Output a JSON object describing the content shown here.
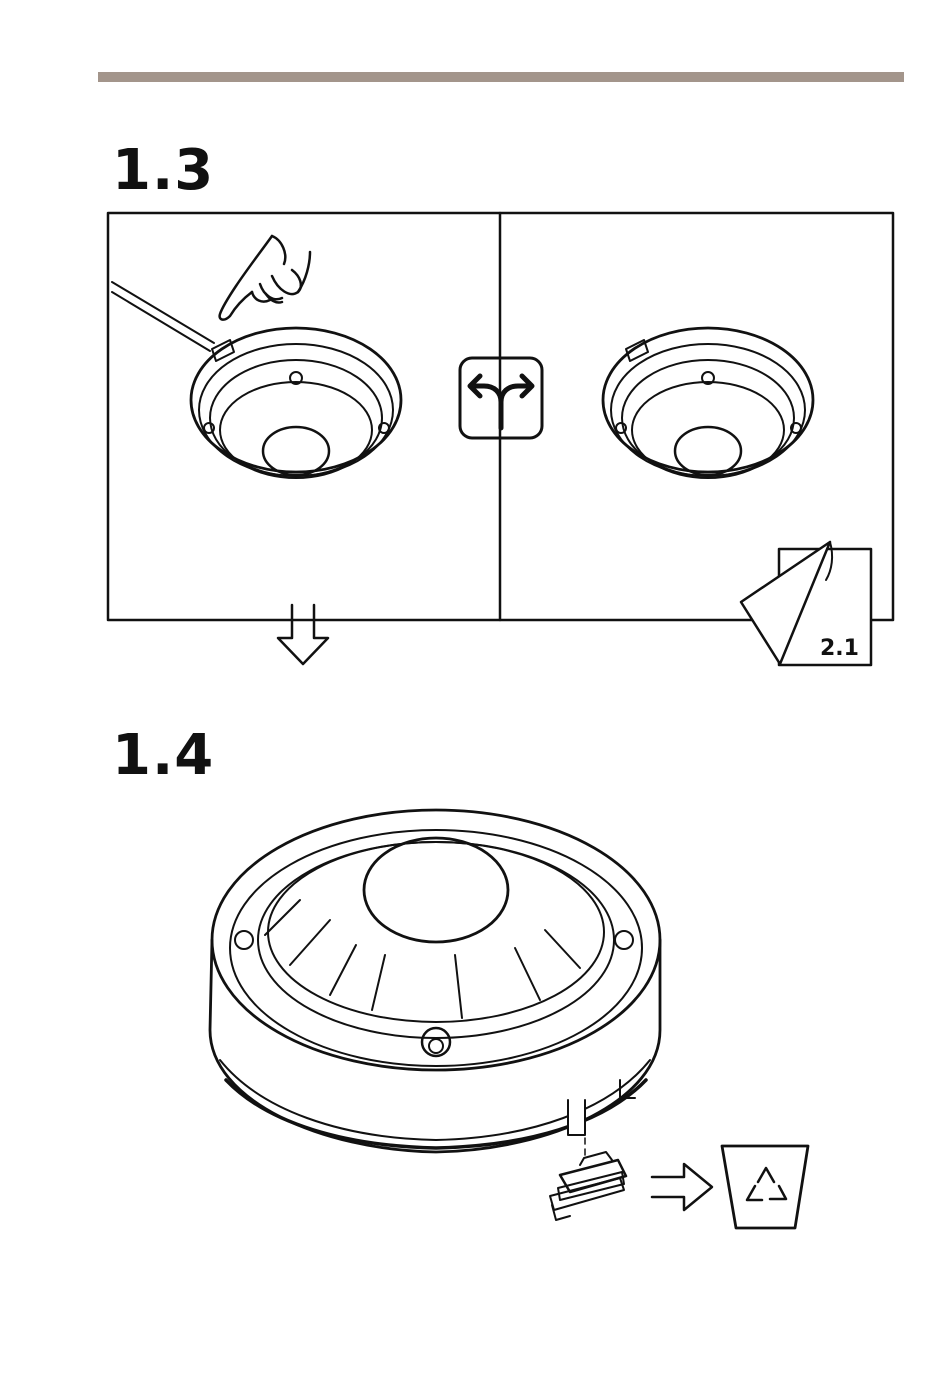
{
  "steps": [
    {
      "label": "1.3"
    },
    {
      "label": "1.4"
    }
  ],
  "page_reference": {
    "label": "2.1"
  },
  "icons": {
    "fork": "fork-arrow-icon",
    "down": "hollow-down-arrow-icon",
    "right": "hollow-right-arrow-icon",
    "recycle": "recycle-bin-icon",
    "page_turn": "page-turn-icon",
    "hand": "pointing-hand-icon"
  },
  "colors": {
    "rule": "#a3958b",
    "ink": "#111111"
  }
}
